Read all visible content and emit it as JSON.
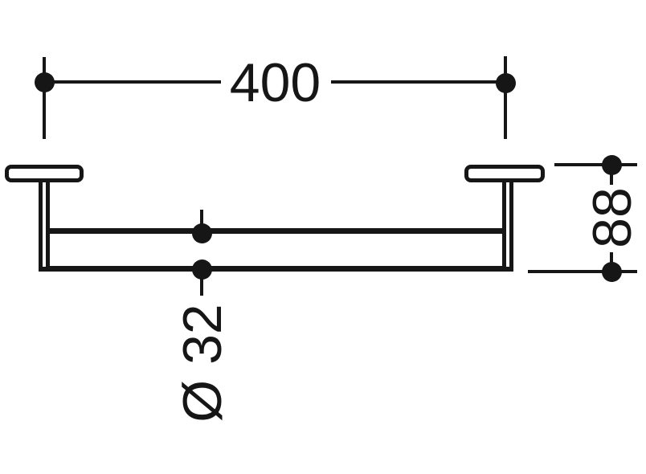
{
  "drawing": {
    "labels": {
      "width": "400",
      "height": "88",
      "diameter": "Ø 32"
    },
    "colors": {
      "line": "#161616",
      "background": "#ffffff"
    }
  }
}
